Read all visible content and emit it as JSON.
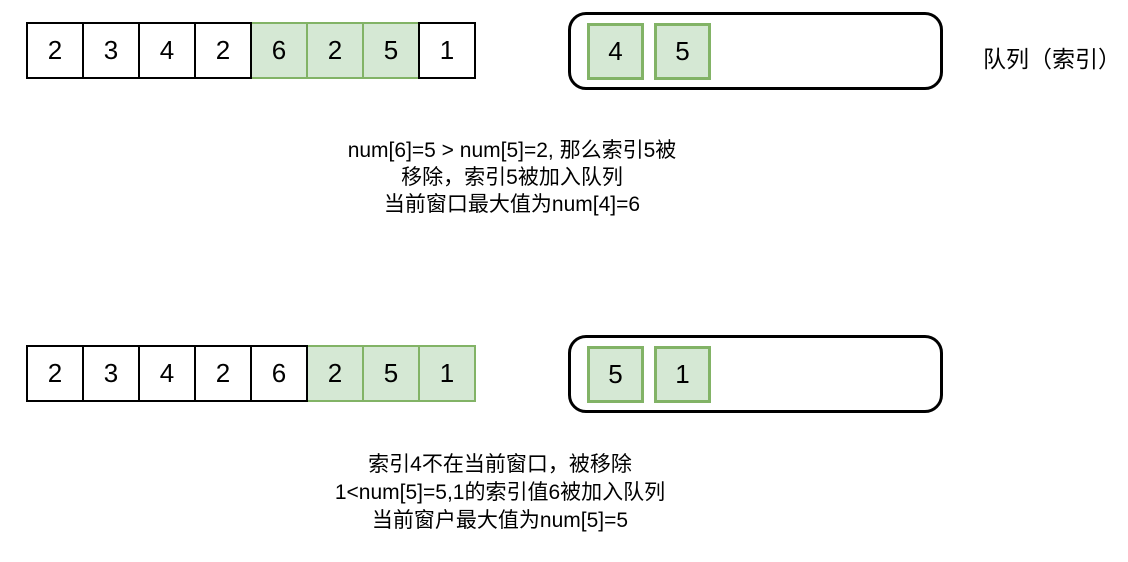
{
  "diagram": {
    "queue_label": "队列（索引）",
    "colors": {
      "green_fill": "#d5e8d4",
      "green_stroke": "#82b366",
      "outline": "#000000"
    },
    "steps": [
      {
        "array": {
          "values": [
            "2",
            "3",
            "4",
            "2",
            "6",
            "2",
            "5",
            "1"
          ],
          "highlighted_indices": [
            4,
            5,
            6
          ]
        },
        "queue": {
          "values": [
            "4",
            "5"
          ]
        },
        "caption_lines": [
          "num[6]=5  > num[5]=2, 那么索引5被",
          "移除，索引5被加入队列",
          "当前窗口最大值为num[4]=6"
        ]
      },
      {
        "array": {
          "values": [
            "2",
            "3",
            "4",
            "2",
            "6",
            "2",
            "5",
            "1"
          ],
          "highlighted_indices": [
            5,
            6,
            7
          ]
        },
        "queue": {
          "values": [
            "5",
            "1"
          ]
        },
        "caption_lines": [
          "索引4不在当前窗口，被移除",
          "1<num[5]=5,1的索引值6被加入队列",
          "当前窗户最大值为num[5]=5"
        ]
      }
    ]
  }
}
